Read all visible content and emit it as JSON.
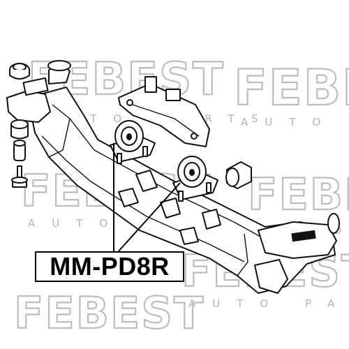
{
  "part_label": "MM-PD8R",
  "watermark": {
    "brand": "FEBEST",
    "sub": "AUTO PARTS"
  },
  "colors": {
    "line": "#111111",
    "watermark": "#bdbdbd",
    "background": "#ffffff"
  }
}
